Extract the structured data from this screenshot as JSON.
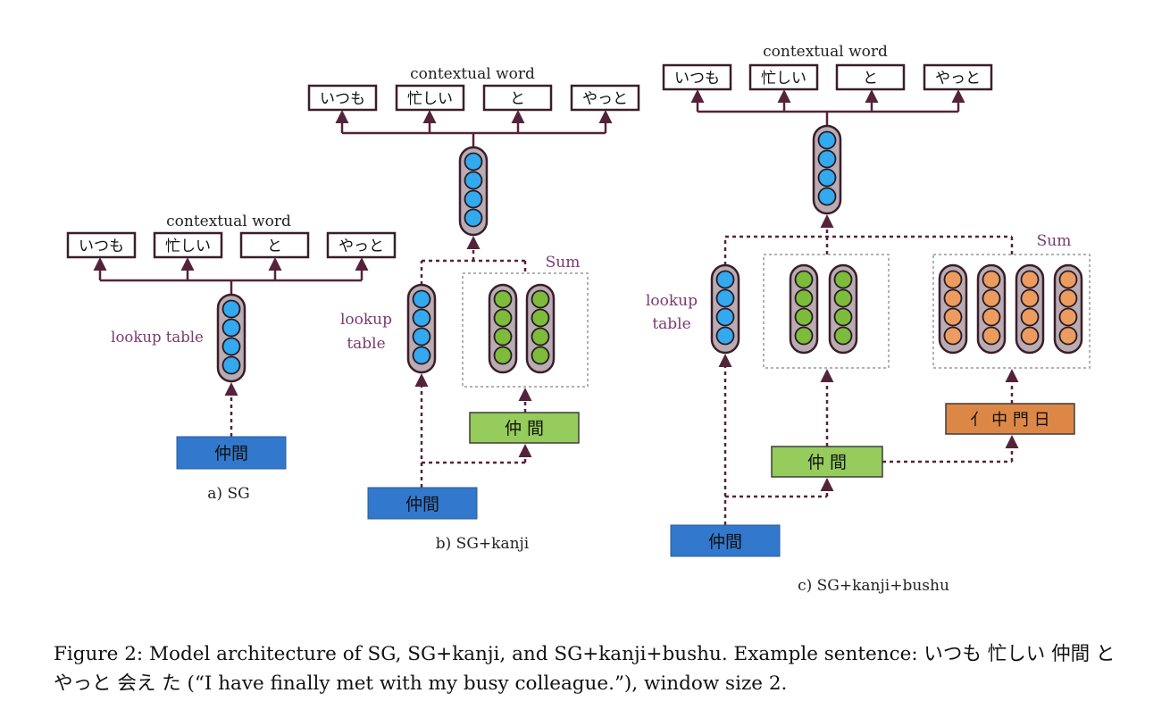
{
  "colors": {
    "line": "#54233a",
    "label_purple": "#7b3a6e",
    "box_border": "#3a1e2a",
    "vector_fill": "#b9acb2",
    "blue_circle": "#33a9ef",
    "green_circle": "#7dbb3a",
    "orange_circle": "#ec9c5e",
    "blue_box": "#3278cc",
    "green_box": "#95cc5c",
    "orange_box": "#dd8747"
  },
  "panel_a": {
    "contextual_label": "contextual word",
    "context_words": [
      "いつも",
      "忙しい",
      "と",
      "やっと"
    ],
    "lookup_label": "lookup table",
    "input_word": "仲間",
    "caption": "a) SG"
  },
  "panel_b": {
    "contextual_label": "contextual word",
    "context_words": [
      "いつも",
      "忙しい",
      "と",
      "やっと"
    ],
    "lookup_label_line1": "lookup",
    "lookup_label_line2": "table",
    "sum_label": "Sum",
    "kanji": "仲 間",
    "input_word": "仲間",
    "caption": "b) SG+kanji"
  },
  "panel_c": {
    "contextual_label": "contextual word",
    "context_words": [
      "いつも",
      "忙しい",
      "と",
      "やっと"
    ],
    "lookup_label_line1": "lookup",
    "lookup_label_line2": "table",
    "sum_label": "Sum",
    "kanji": "仲 間",
    "bushu": "亻 中 門 日",
    "input_word": "仲間",
    "caption": "c) SG+kanji+bushu"
  },
  "figure_caption": "Figure 2: Model architecture of SG, SG+kanji, and SG+kanji+bushu. Example sentence: いつも 忙しい 仲間 と やっと 会え た (“I have finally met with my busy colleague.”), window size 2."
}
